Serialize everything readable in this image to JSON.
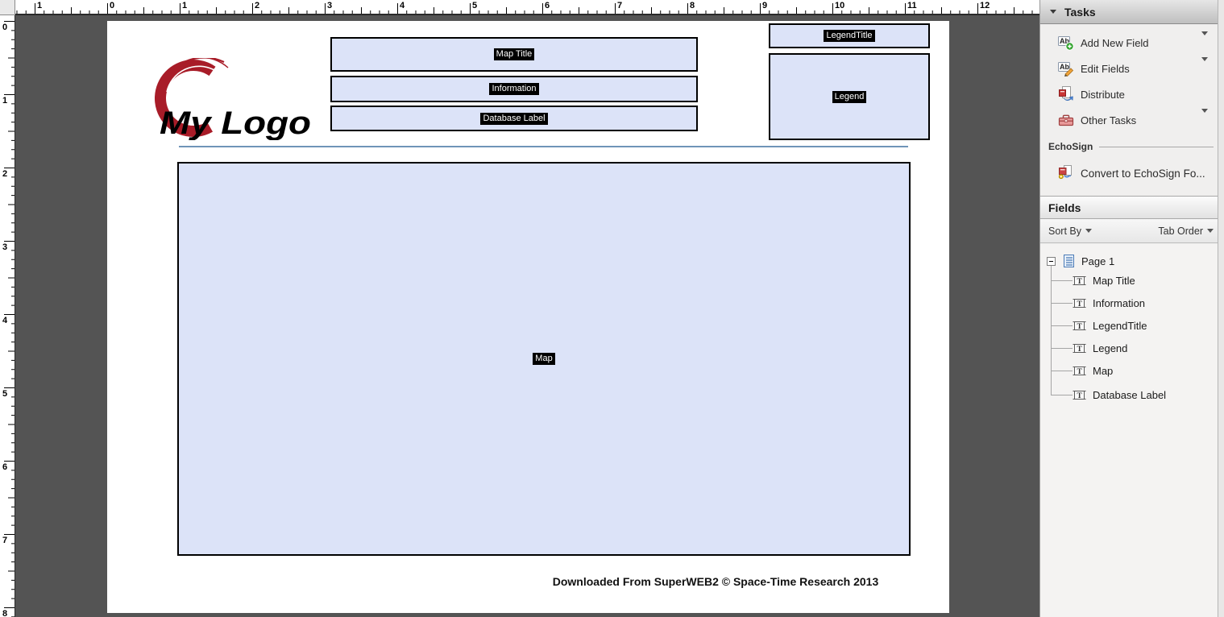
{
  "rulers": {
    "top_labels": [
      "1",
      "0",
      "1",
      "2",
      "3",
      "4",
      "5",
      "6",
      "7",
      "8",
      "9",
      "10",
      "11",
      "12"
    ],
    "left_labels": [
      "0",
      "1",
      "2",
      "3",
      "4",
      "5",
      "6",
      "7",
      "8"
    ]
  },
  "page": {
    "logo_text": "My Logo",
    "fields": {
      "map_title": "Map Title",
      "information": "Information",
      "database_label": "Database Label",
      "legend_title": "LegendTitle",
      "legend": "Legend",
      "map": "Map"
    },
    "footer_text": "Downloaded From SuperWEB2 © Space-Time Research 2013"
  },
  "sidebar": {
    "tasks": {
      "title": "Tasks",
      "items": [
        {
          "label": "Add New Field"
        },
        {
          "label": "Edit Fields"
        },
        {
          "label": "Distribute"
        },
        {
          "label": "Other Tasks"
        }
      ]
    },
    "echosign": {
      "title": "EchoSign",
      "convert_label": "Convert to EchoSign Fo..."
    },
    "fields_panel": {
      "title": "Fields",
      "sort_by": "Sort By",
      "tab_order": "Tab Order"
    },
    "tree": {
      "root": "Page 1",
      "items": [
        "Map Title",
        "Information",
        "LegendTitle",
        "Legend",
        "Map",
        "Database Label"
      ]
    }
  },
  "colors": {
    "field_fill": "#dce3f8",
    "field_border": "#000000",
    "accent_line": "#6f94b8",
    "logo_red": "#a81c28",
    "canvas_gray": "#545454"
  }
}
